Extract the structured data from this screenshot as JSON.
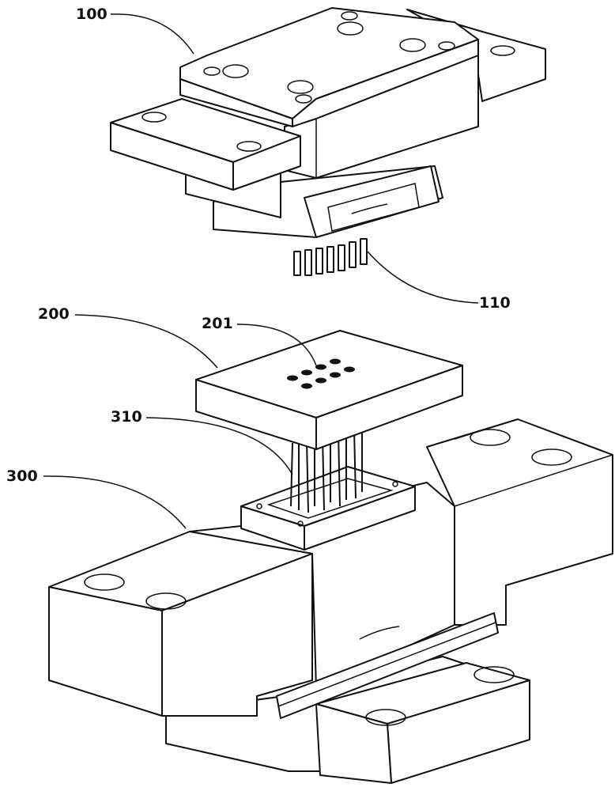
{
  "labels": {
    "top_assembly": "100",
    "top_pins": "110",
    "middle_plate": "200",
    "plate_holes": "201",
    "probe_pins": "310",
    "base_assembly": "300"
  }
}
